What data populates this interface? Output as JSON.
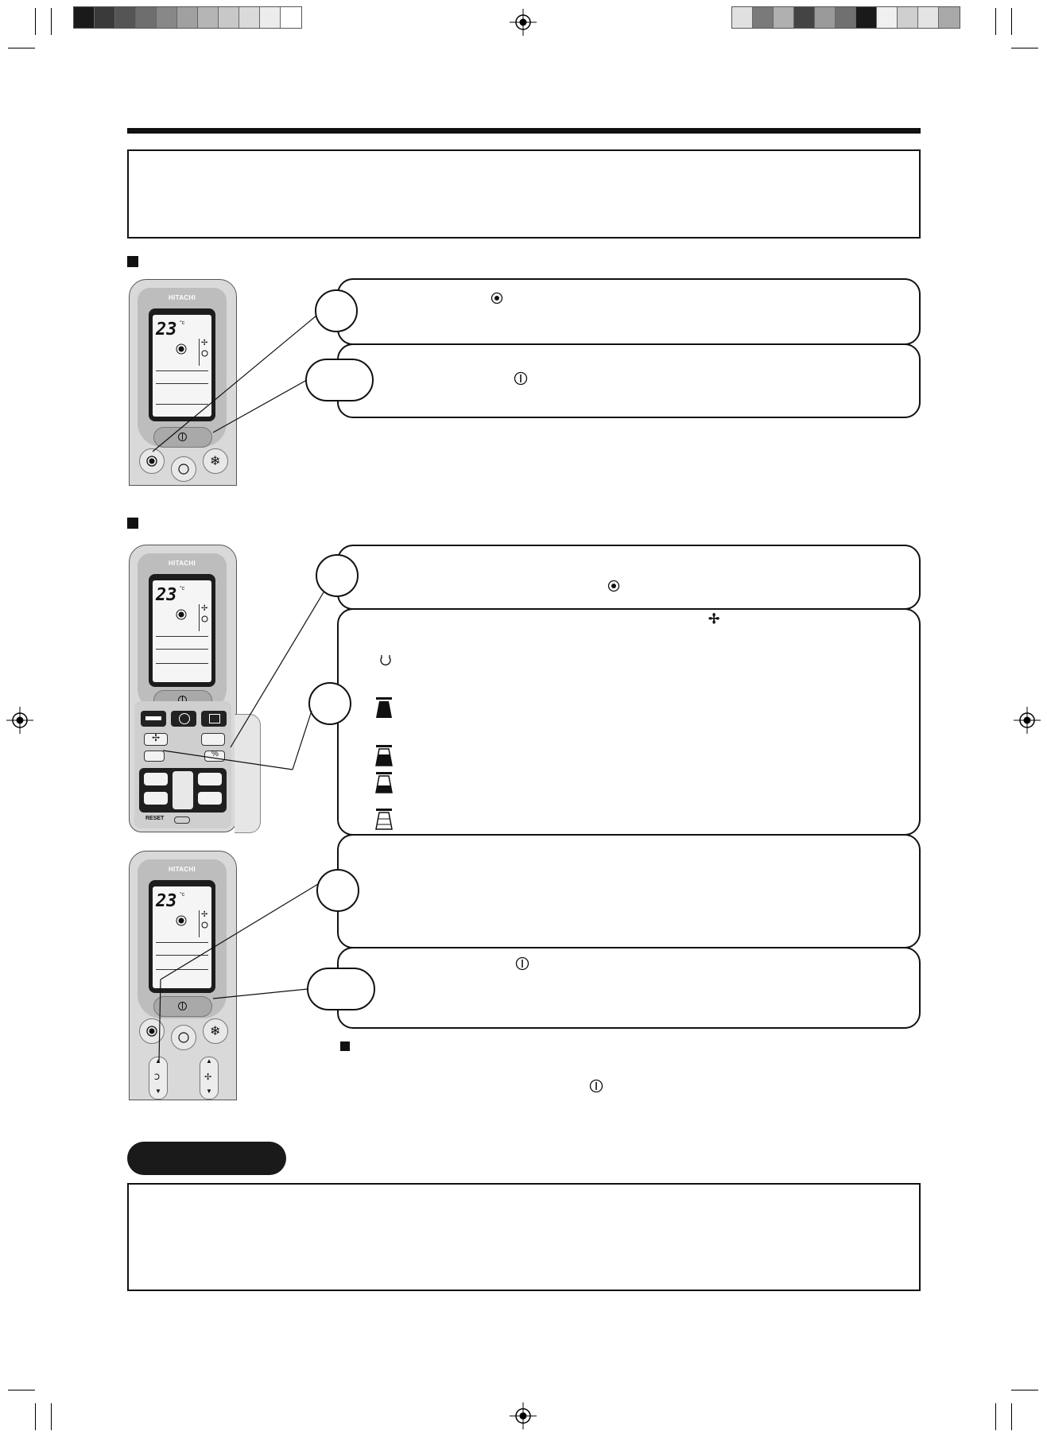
{
  "remote": {
    "brand": "HITACHI",
    "temperature": "23",
    "unit": "°c",
    "reset_label": "RESET"
  },
  "icons": {
    "mode": "circle-dot-icon",
    "power": "power-icon",
    "fan": "fan-icon",
    "auto": "auto-cycle-icon",
    "fan_levels": [
      "fan-speed-high-icon",
      "fan-speed-med-icon",
      "fan-speed-low-icon",
      "fan-speed-silent-icon"
    ]
  },
  "colors": {
    "ink": "#111111",
    "remote_body": "#d9d9d9",
    "screen": "#1c1c1c",
    "note_tab": "#1a1a1a"
  }
}
